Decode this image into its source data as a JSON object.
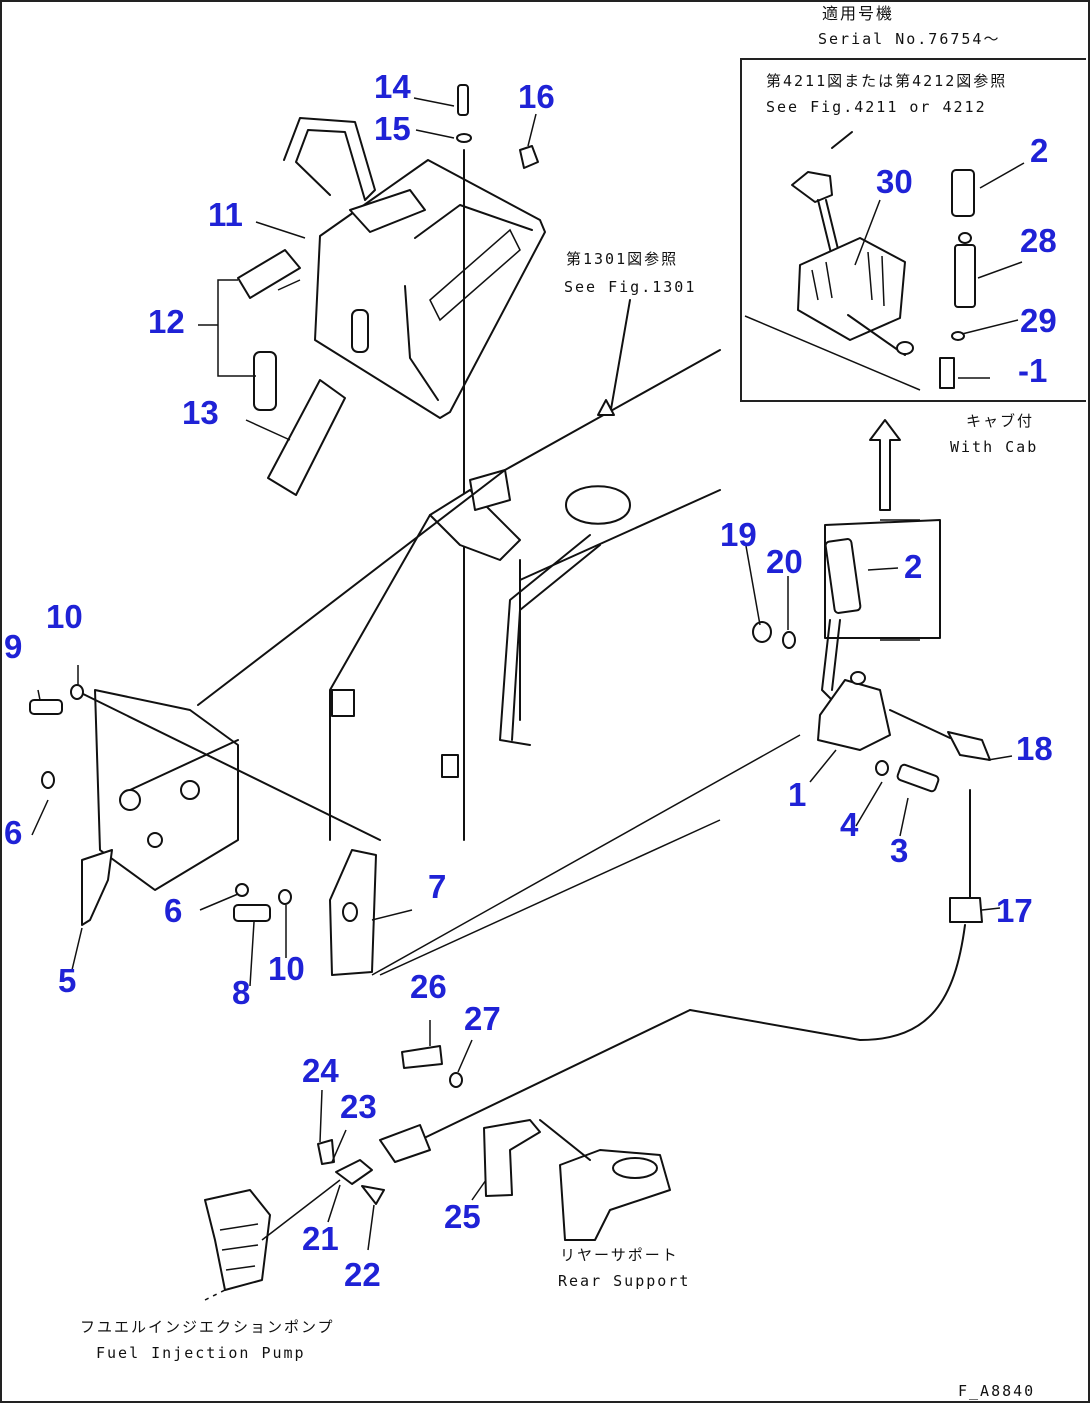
{
  "header": {
    "applicable_jp": "適用号機",
    "serial": "Serial No.76754～"
  },
  "inset": {
    "note_jp": "第4211図または第4212図参照",
    "note_en": "See Fig.4211 or 4212",
    "with_cab_jp": "キャブ付",
    "with_cab_en": "With Cab"
  },
  "ref_1301": {
    "jp": "第1301図参照",
    "en": "See Fig.1301"
  },
  "rear_support": {
    "jp": "リヤーサポート",
    "en": "Rear Support"
  },
  "fuel_pump": {
    "jp": "フユエルインジエクションポンプ",
    "en": "Fuel Injection Pump"
  },
  "figure_code": "F_A8840",
  "callouts": {
    "c1": "1",
    "c1b": "-1",
    "c2a": "2",
    "c2b": "2",
    "c3": "3",
    "c4": "4",
    "c5": "5",
    "c6a": "6",
    "c6b": "6",
    "c7": "7",
    "c8": "8",
    "c9": "9",
    "c10a": "10",
    "c10b": "10",
    "c11": "11",
    "c12": "12",
    "c13": "13",
    "c14": "14",
    "c15": "15",
    "c16": "16",
    "c17": "17",
    "c18": "18",
    "c19": "19",
    "c20": "20",
    "c21": "21",
    "c22": "22",
    "c23": "23",
    "c24": "24",
    "c25": "25",
    "c26": "26",
    "c27": "27",
    "c28": "28",
    "c29": "29",
    "c30": "30"
  },
  "colors": {
    "callout": "#1f22d6",
    "linework": "#111111"
  }
}
